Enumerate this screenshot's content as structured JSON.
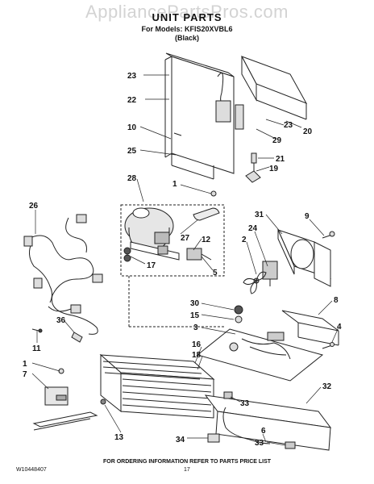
{
  "watermark": "AppliancePartsPros.com",
  "header": {
    "title": "UNIT PARTS",
    "models_line": "For Models: KFIS20XVBL6",
    "color_line": "(Black)"
  },
  "callouts": {
    "c23a": "23",
    "c22": "22",
    "c10": "10",
    "c25": "25",
    "c28": "28",
    "c1a": "1",
    "c26": "26",
    "c27": "27",
    "c12": "12",
    "c17": "17",
    "c5": "5",
    "c36": "36",
    "c11": "11",
    "c1b": "1",
    "c7": "7",
    "c13": "13",
    "c20": "20",
    "c23b": "23",
    "c29": "29",
    "c21": "21",
    "c19": "19",
    "c31": "31",
    "c9": "9",
    "c24": "24",
    "c2": "2",
    "c30": "30",
    "c15": "15",
    "c3": "3",
    "c8": "8",
    "c4": "4",
    "c16": "16",
    "c18": "18",
    "c33a": "33",
    "c32": "32",
    "c6": "6",
    "c33b": "33",
    "c34": "34"
  },
  "footer": {
    "doc_number": "W10448407",
    "page_number": "17",
    "note": "FOR ORDERING INFORMATION REFER TO PARTS PRICE LIST"
  }
}
